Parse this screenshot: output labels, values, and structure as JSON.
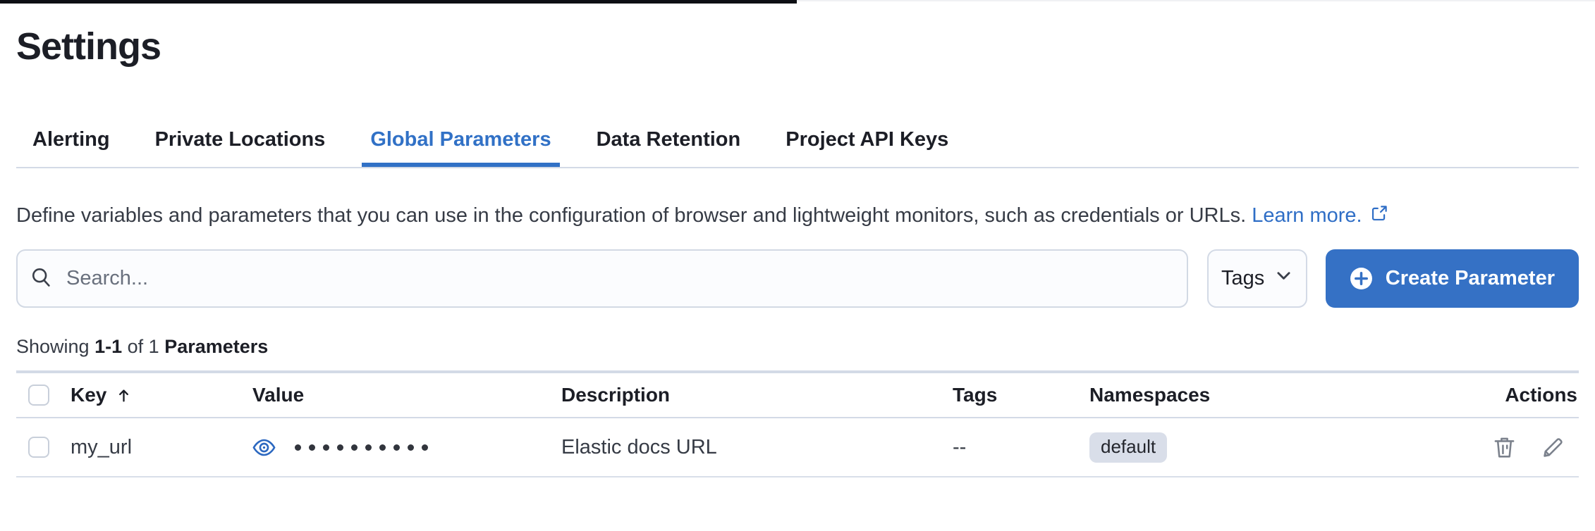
{
  "page": {
    "title": "Settings"
  },
  "tabs": [
    {
      "label": "Alerting",
      "active": false
    },
    {
      "label": "Private Locations",
      "active": false
    },
    {
      "label": "Global Parameters",
      "active": true
    },
    {
      "label": "Data Retention",
      "active": false
    },
    {
      "label": "Project API Keys",
      "active": false
    }
  ],
  "description": {
    "text": "Define variables and parameters that you can use in the configuration of browser and lightweight monitors, such as credentials or URLs.",
    "link_label": "Learn more."
  },
  "toolbar": {
    "search_placeholder": "Search...",
    "tags_label": "Tags",
    "create_label": "Create Parameter"
  },
  "summary": {
    "showing": "Showing",
    "range": "1-1",
    "of": "of 1",
    "entity": "Parameters"
  },
  "table": {
    "headers": {
      "key": "Key",
      "value": "Value",
      "description": "Description",
      "tags": "Tags",
      "namespaces": "Namespaces",
      "actions": "Actions"
    },
    "rows": [
      {
        "key": "my_url",
        "value_masked": true,
        "masked_dot_count": 10,
        "description": "Elastic docs URL",
        "tags": "--",
        "namespace": "default"
      }
    ]
  },
  "icons": {
    "search": "magnifier-icon",
    "tags_chevron": "chevron-down-icon",
    "create_plus": "plus-in-circle-icon",
    "learn_more": "external-link-icon",
    "key_sort": "sort-ascending-arrow-icon",
    "value_reveal": "eye-icon",
    "delete": "trash-icon",
    "edit": "pencil-icon"
  },
  "colors": {
    "primary": "#3171c6",
    "heading_text": "#1c1e26",
    "body_text": "#363b45",
    "subdued_text": "#69707d",
    "border": "#d3dae6",
    "badge_bg": "#d9dee9",
    "icon_gray": "#7b818c"
  }
}
